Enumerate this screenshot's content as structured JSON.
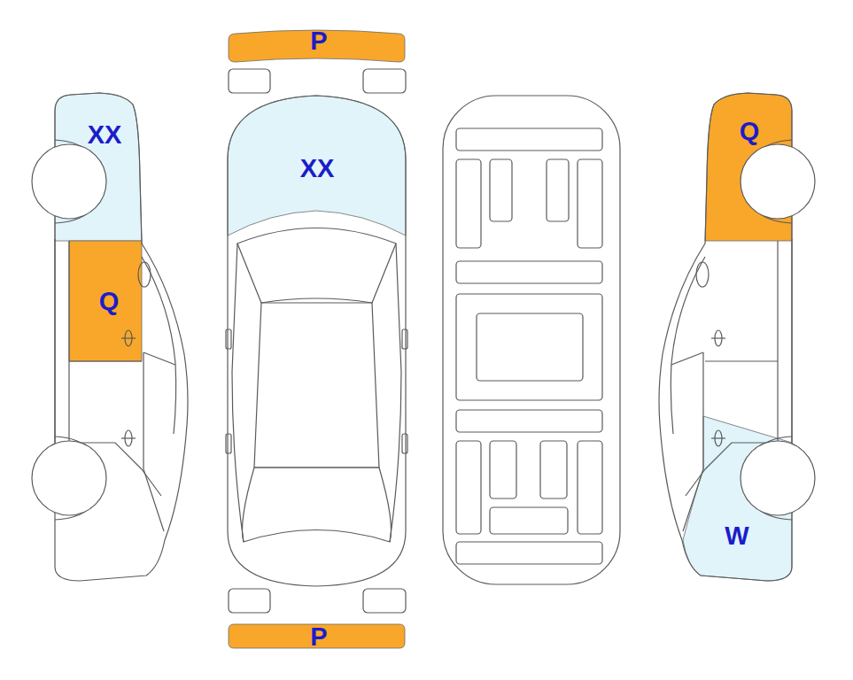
{
  "diagram": {
    "nodes": [
      {
        "text": [
          "XX"
        ]
      },
      {
        "text": [
          "Q"
        ]
      },
      {
        "text": [
          "P"
        ]
      },
      {
        "text": [
          "XX"
        ]
      },
      {
        "text": [
          "P"
        ]
      },
      {
        "text": [
          "Q"
        ]
      },
      {
        "text": [
          "W"
        ]
      }
    ]
  }
}
